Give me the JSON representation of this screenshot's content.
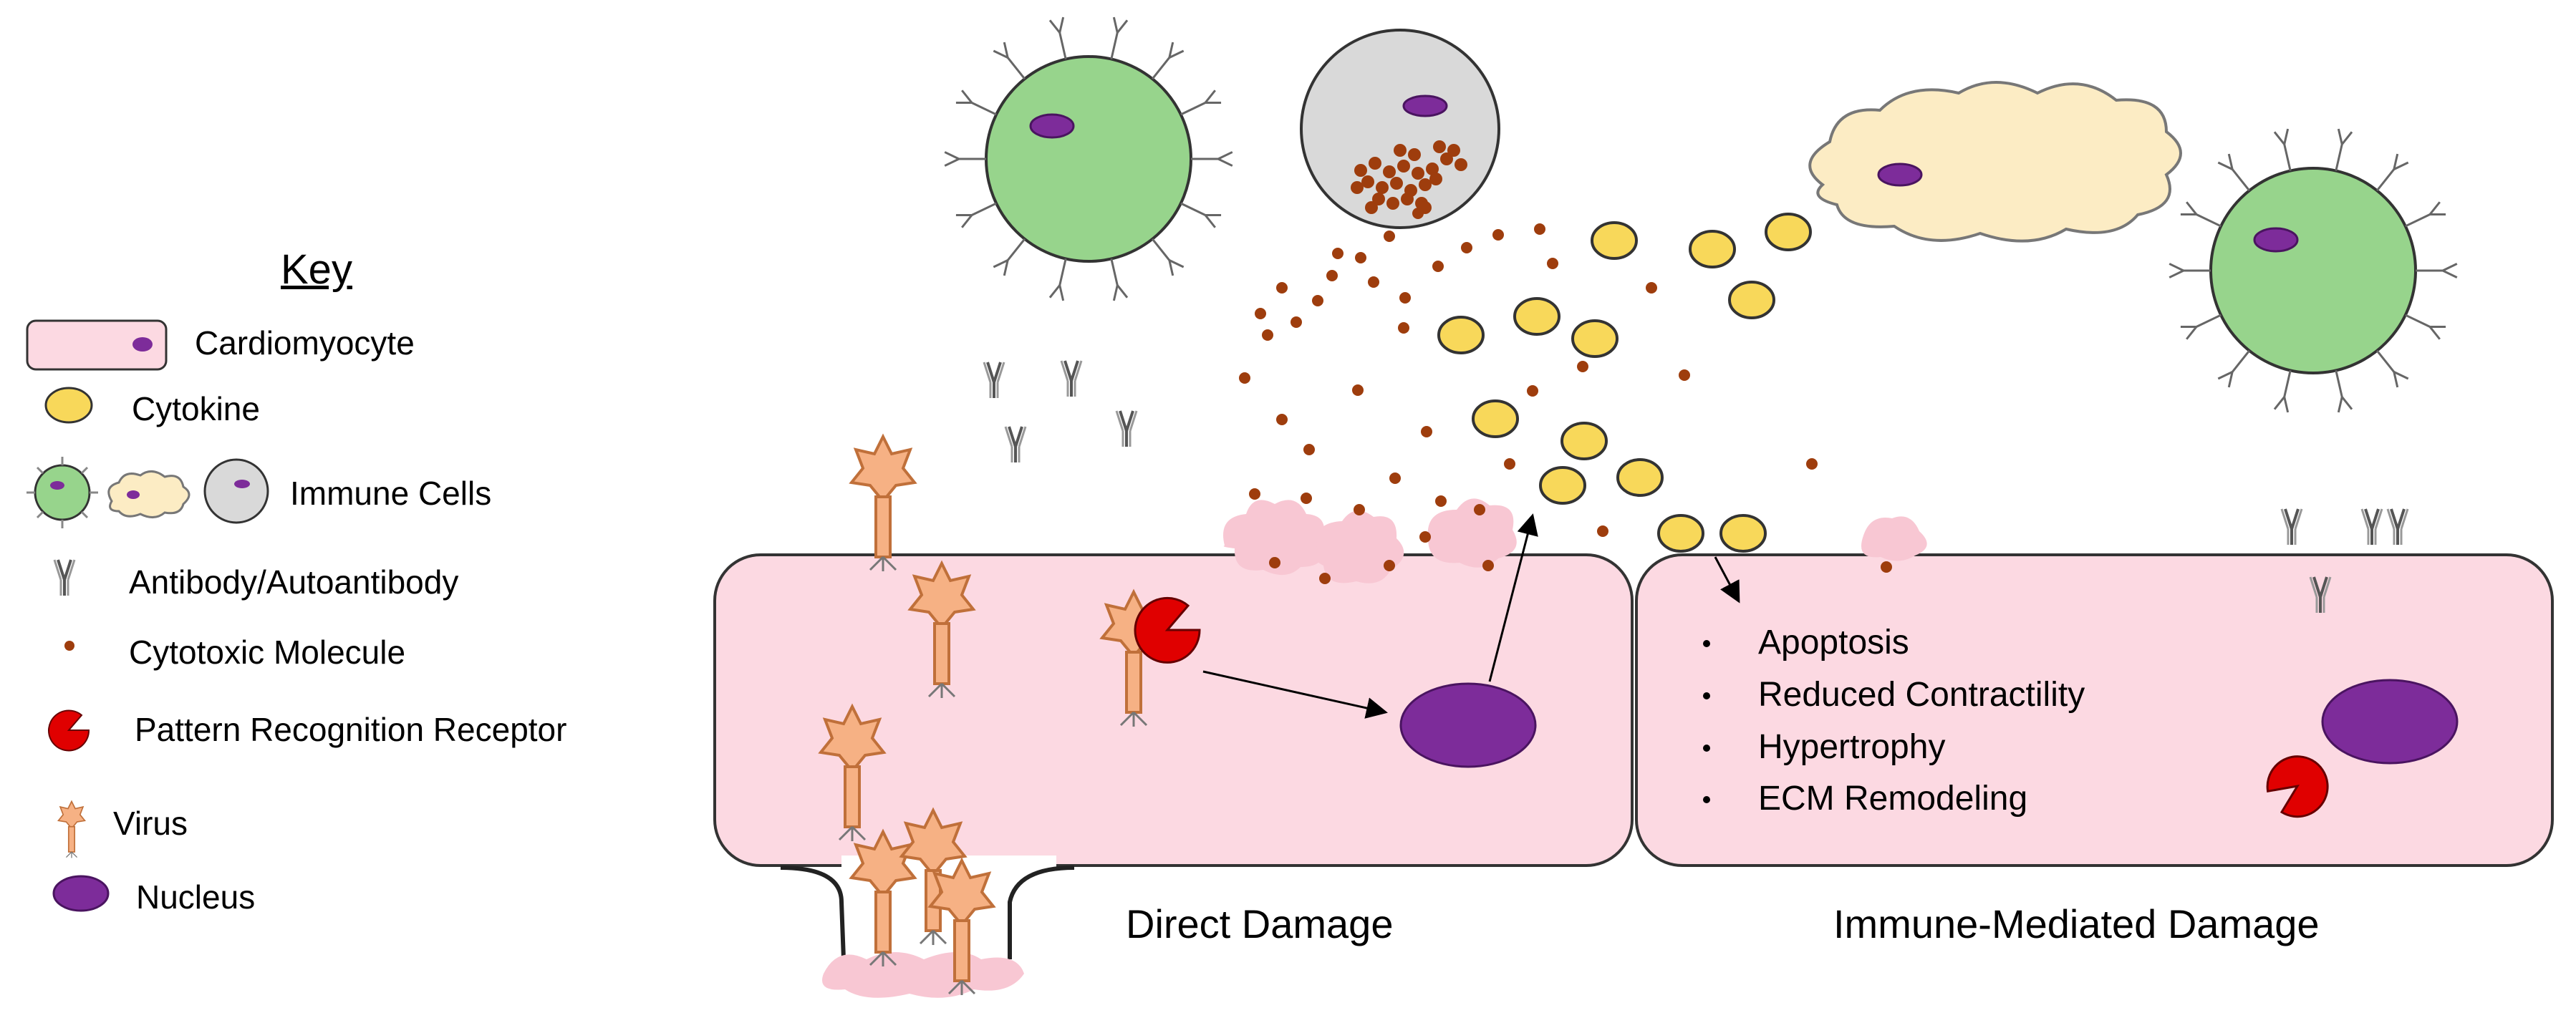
{
  "key": {
    "title": "Key",
    "items": {
      "cardiomyocyte": "Cardiomyocyte",
      "cytokine": "Cytokine",
      "immune_cells": "Immune Cells",
      "antibody": "Antibody/Autoantibody",
      "cytotoxic": "Cytotoxic Molecule",
      "prr": "Pattern Recognition Receptor",
      "virus": "Virus",
      "nucleus": "Nucleus"
    }
  },
  "captions": {
    "direct": "Direct Damage",
    "immune": "Immune-Mediated Damage"
  },
  "effects": [
    "Apoptosis",
    "Reduced Contractility",
    "Hypertrophy",
    "ECM Remodeling"
  ],
  "colors": {
    "cell_fill": "#fcd9e2",
    "cell_stroke": "#333333",
    "cytokine": "#f8d85a",
    "cytotoxic": "#9e3d0d",
    "nucleus": "#7d2c9a",
    "virus": "#f6b184",
    "prr": "#e00000",
    "immune_green": "#97d48c",
    "immune_cloud": "#fcecc4",
    "immune_gray": "#d9d9d9",
    "bleb": "#f8c7d3"
  }
}
